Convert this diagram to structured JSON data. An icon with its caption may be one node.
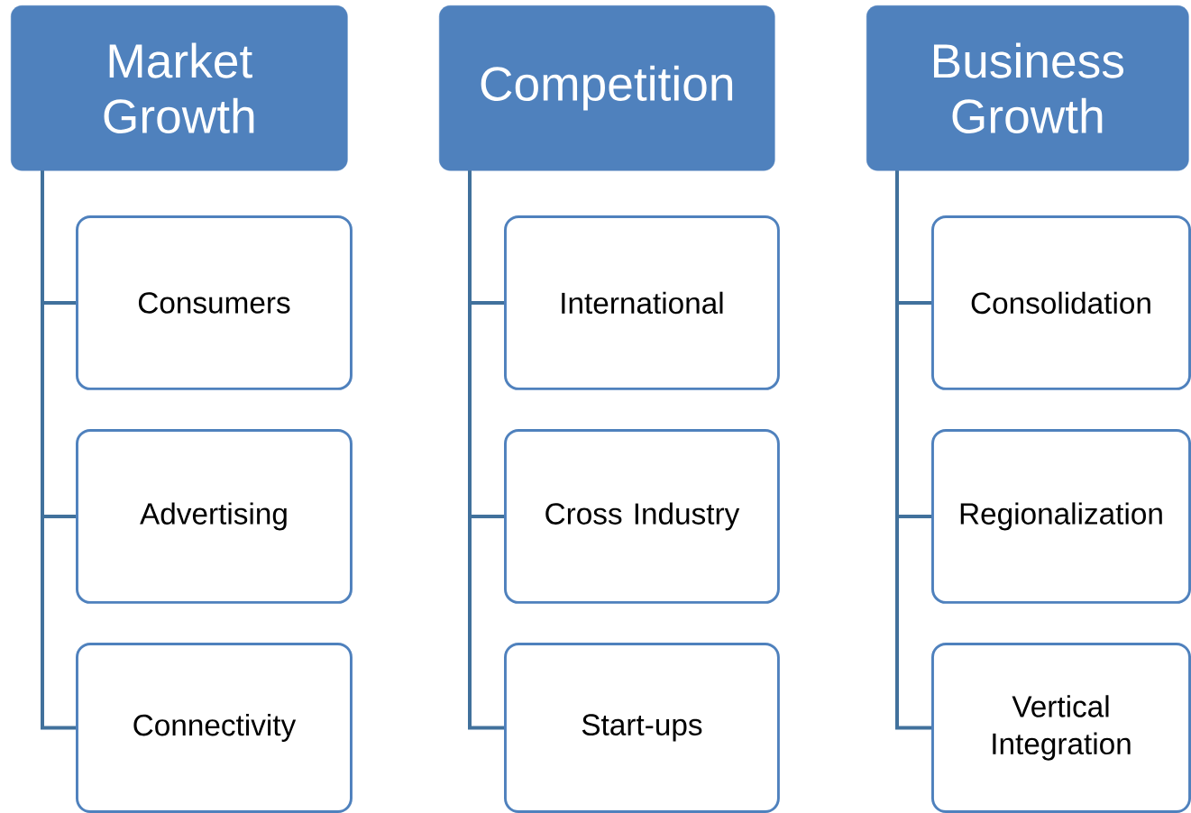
{
  "diagram": {
    "nodes": [
      {
        "text": [
          "Market Growth"
        ]
      },
      {
        "text": [
          "Consumers"
        ]
      },
      {
        "text": [
          "Advertising"
        ]
      },
      {
        "text": [
          "Connectivity"
        ]
      },
      {
        "text": [
          "Competition"
        ]
      },
      {
        "text": [
          "International"
        ]
      },
      {
        "text": [
          "Cross Industry"
        ]
      },
      {
        "text": [
          "Start-ups"
        ]
      },
      {
        "text": [
          "Business Growth"
        ]
      },
      {
        "text": [
          "Consolidation"
        ]
      },
      {
        "text": [
          "Regionalization"
        ]
      },
      {
        "text": [
          "Vertical Integration"
        ]
      }
    ],
    "edges": [
      {
        "from": 0,
        "to": 1,
        "arrow": "none"
      },
      {
        "from": 0,
        "to": 2,
        "arrow": "none"
      },
      {
        "from": 0,
        "to": 3,
        "arrow": "none"
      },
      {
        "from": 4,
        "to": 5,
        "arrow": "none"
      },
      {
        "from": 4,
        "to": 6,
        "arrow": "none"
      },
      {
        "from": 4,
        "to": 7,
        "arrow": "none"
      },
      {
        "from": 8,
        "to": 9,
        "arrow": "none"
      },
      {
        "from": 8,
        "to": 10,
        "arrow": "none"
      },
      {
        "from": 8,
        "to": 11,
        "arrow": "none"
      }
    ]
  }
}
